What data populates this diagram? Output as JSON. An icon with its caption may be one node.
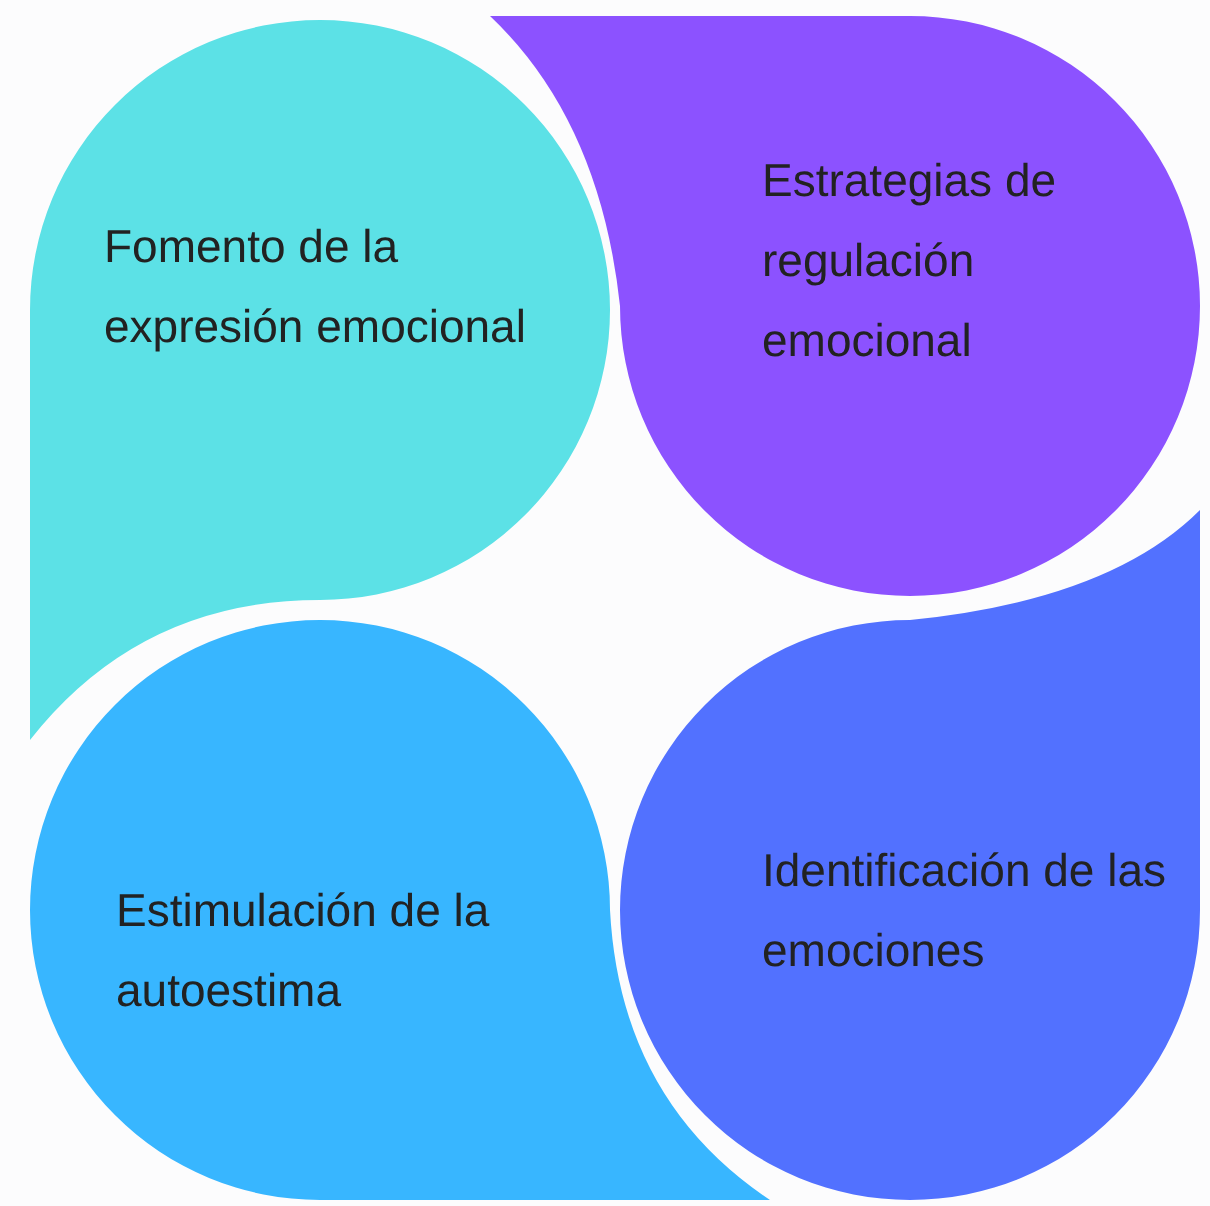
{
  "diagram": {
    "nodes": [
      {
        "text": [
          "Fomento de la expresión emocional"
        ]
      },
      {
        "text": [
          "Estrategias de regulación emocional"
        ]
      },
      {
        "text": [
          "Estimulación de la autoestima"
        ]
      },
      {
        "text": [
          "Identificación de las emociones"
        ]
      }
    ]
  }
}
